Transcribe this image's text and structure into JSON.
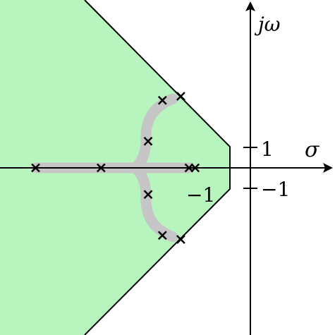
{
  "axes": {
    "imag_label": "jω",
    "real_label": "σ",
    "tick_plus_one": "1",
    "tick_minus_one_vertical": "−1",
    "tick_minus_one_horizontal": "−1"
  },
  "colors": {
    "region_fill": "#b8f5be",
    "trajectory": "#c6c6c6",
    "axis": "#000000",
    "marker": "#000000"
  },
  "chart_data": {
    "type": "scatter",
    "series": [
      {
        "values": [
          {
            "x": -10.5,
            "y": 0
          },
          {
            "x": -7.3,
            "y": 0
          },
          {
            "x": -5.0,
            "y": 1.3
          },
          {
            "x": -5.0,
            "y": -1.3
          },
          {
            "x": -4.3,
            "y": 3.3
          },
          {
            "x": -4.3,
            "y": -3.3
          },
          {
            "x": -3.4,
            "y": 3.5
          },
          {
            "x": -3.4,
            "y": -3.5
          },
          {
            "x": -3.0,
            "y": 0
          },
          {
            "x": -2.7,
            "y": 0
          }
        ]
      }
    ]
  }
}
